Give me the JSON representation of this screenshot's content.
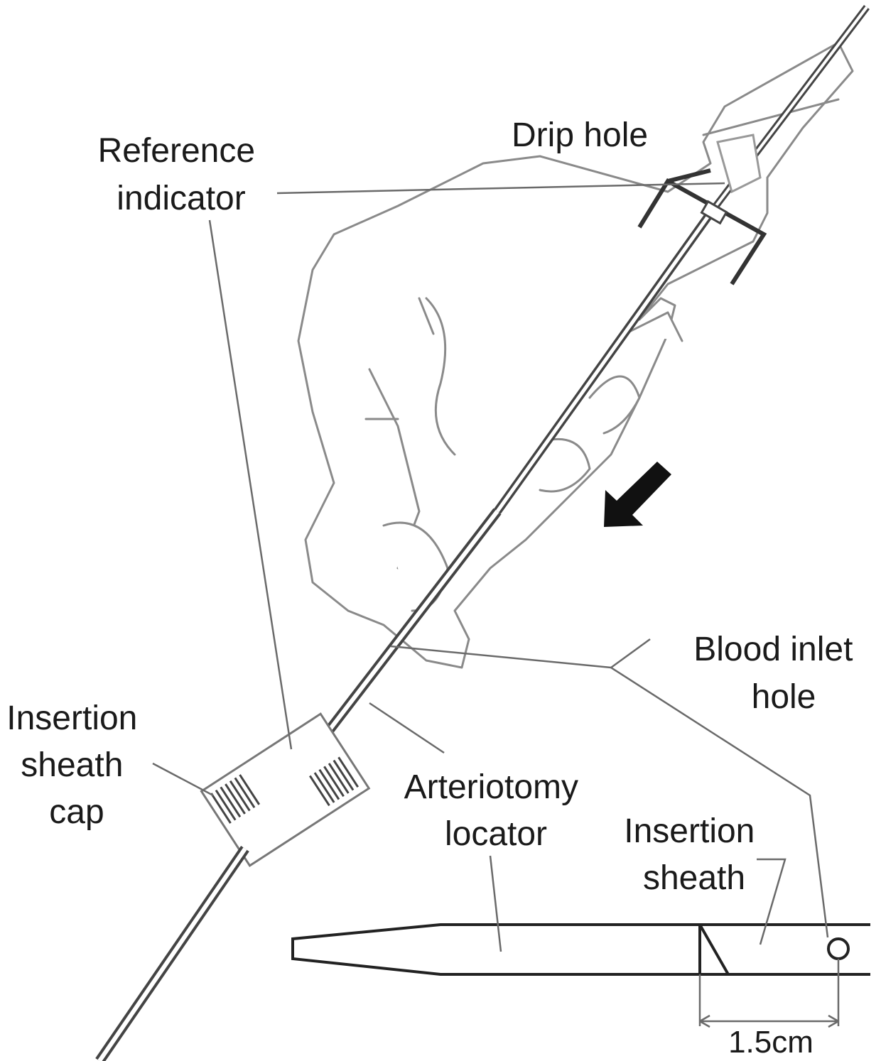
{
  "figure": {
    "labels": {
      "drip_hole": "Drip hole",
      "reference_indicator": [
        "Reference",
        "indicator"
      ],
      "blood_inlet_hole": [
        "Blood inlet",
        "hole"
      ],
      "insertion_sheath_cap": [
        "Insertion",
        "sheath",
        "cap"
      ],
      "arteriotomy_locator": [
        "Arteriotomy",
        "locator"
      ],
      "insertion_sheath": [
        "Insertion",
        "sheath"
      ],
      "dimension": "1.5cm"
    },
    "colors": {
      "line": "#6a6a6a",
      "ink": "#222222",
      "background": "#ffffff"
    }
  }
}
